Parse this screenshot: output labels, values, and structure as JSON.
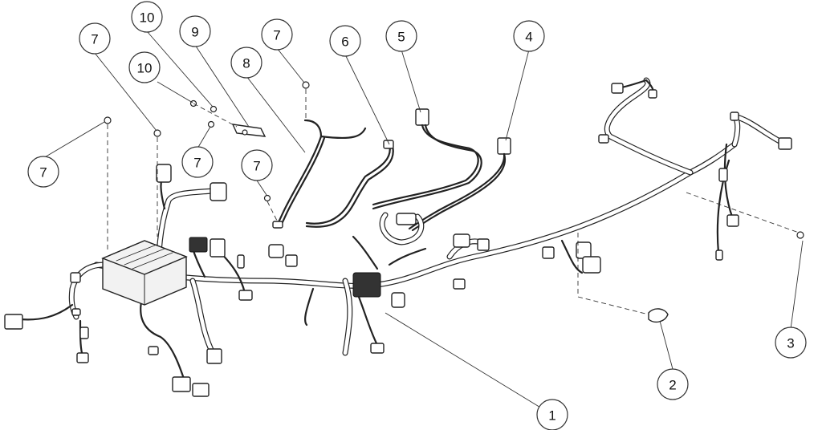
{
  "callouts": [
    {
      "id": "c1",
      "label": "1"
    },
    {
      "id": "c2",
      "label": "2"
    },
    {
      "id": "c3",
      "label": "3"
    },
    {
      "id": "c4",
      "label": "4"
    },
    {
      "id": "c5",
      "label": "5"
    },
    {
      "id": "c6",
      "label": "6"
    },
    {
      "id": "c7a",
      "label": "7"
    },
    {
      "id": "c7b",
      "label": "7"
    },
    {
      "id": "c7c",
      "label": "7"
    },
    {
      "id": "c7d",
      "label": "7"
    },
    {
      "id": "c7e",
      "label": "7"
    },
    {
      "id": "c8",
      "label": "8"
    },
    {
      "id": "c9",
      "label": "9"
    },
    {
      "id": "c10a",
      "label": "10"
    },
    {
      "id": "c10b",
      "label": "10"
    }
  ]
}
